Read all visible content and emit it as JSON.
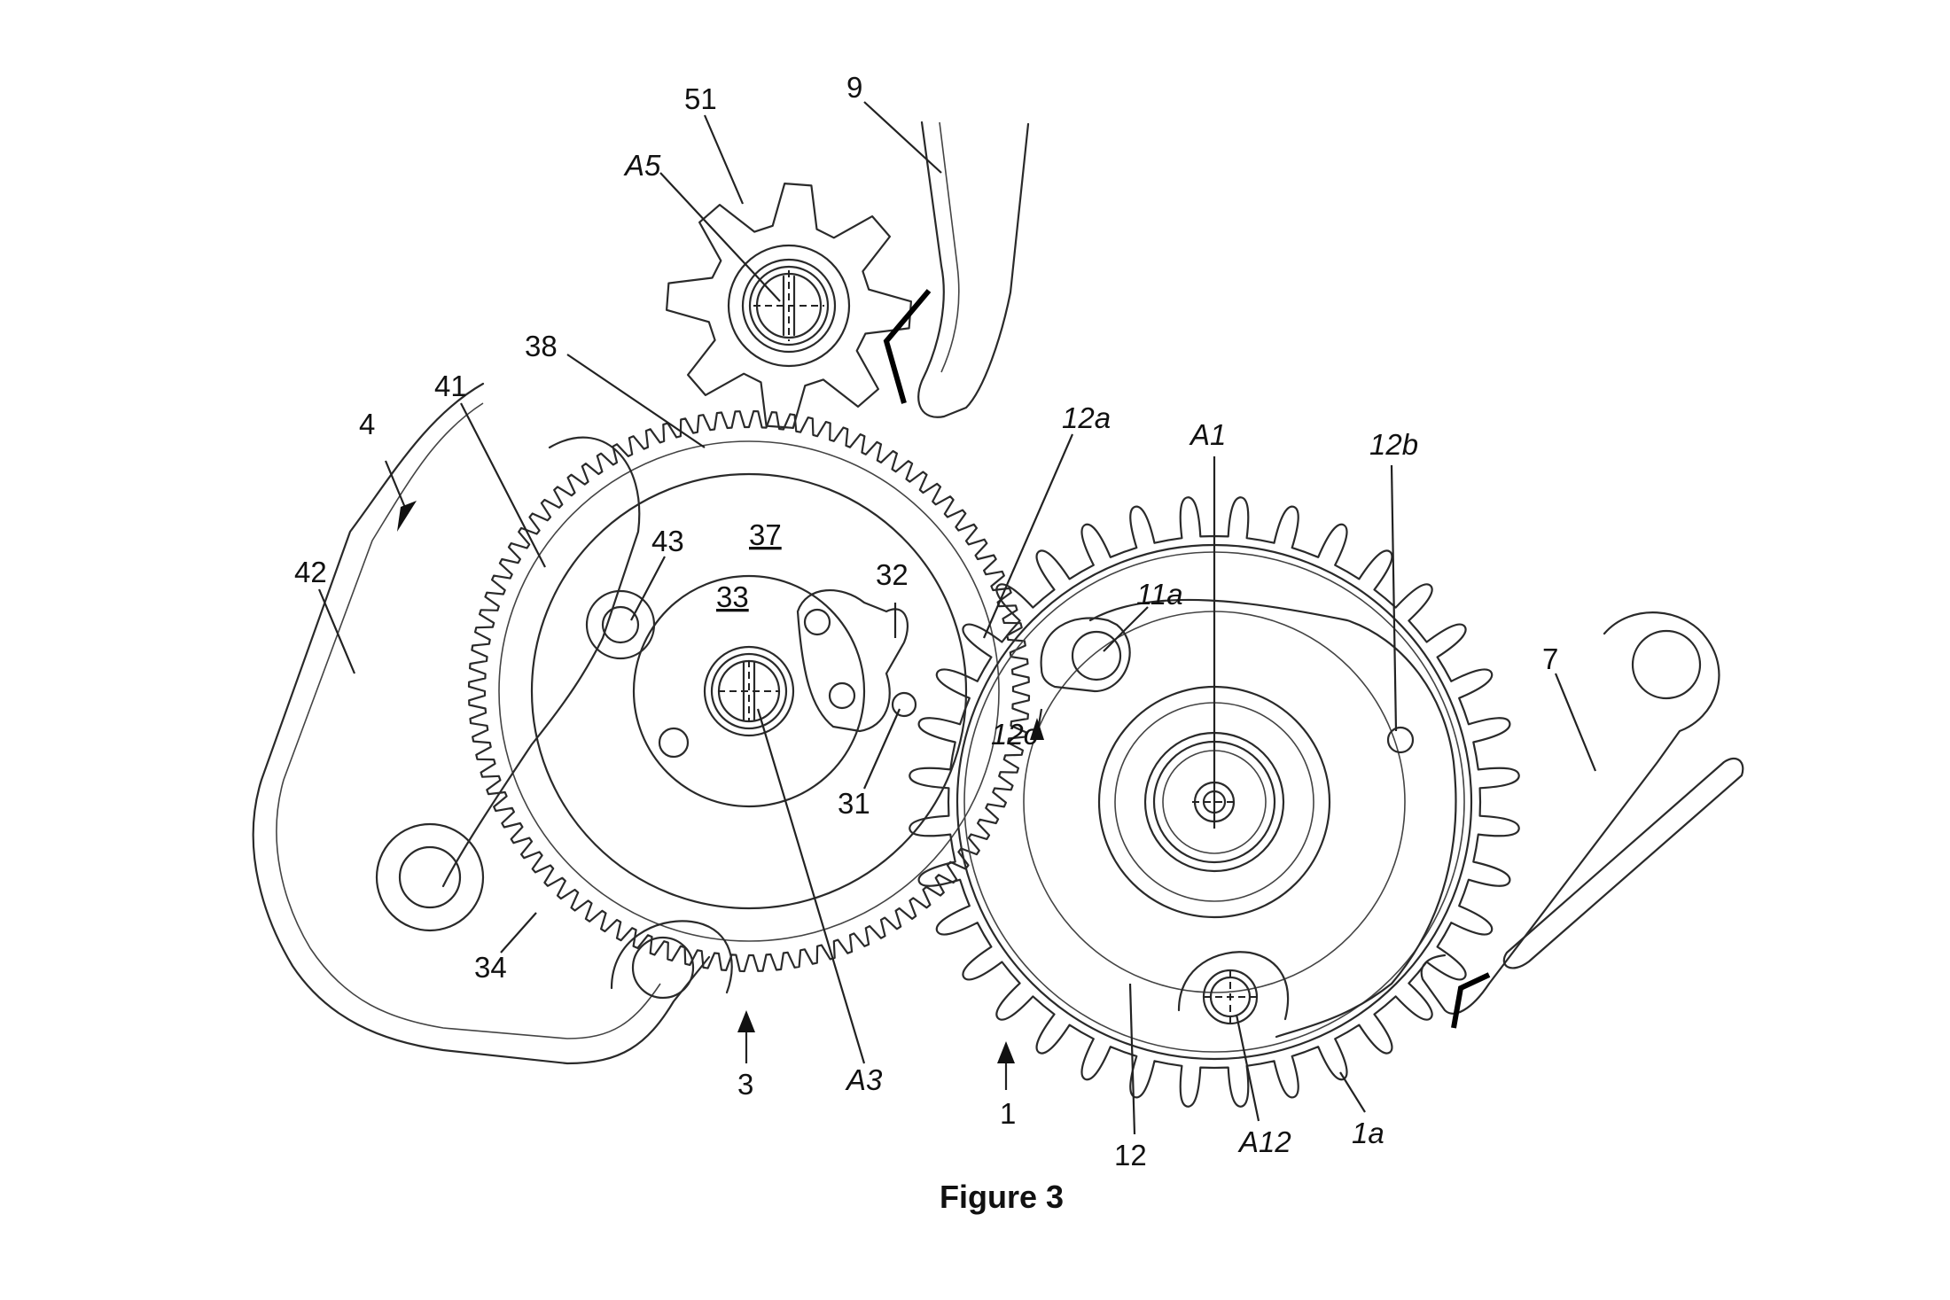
{
  "figure": {
    "caption": "Figure 3",
    "labels": {
      "l51": "51",
      "l9": "9",
      "lA5": "A5",
      "l38": "38",
      "l41": "41",
      "l4": "4",
      "l12a": "12a",
      "lA1": "A1",
      "l12b": "12b",
      "l43": "43",
      "l37": "37",
      "l42": "42",
      "l32": "32",
      "l33": "33",
      "l11a": "11a",
      "l7": "7",
      "l12c": "12c",
      "l31": "31",
      "l34": "34",
      "l3": "3",
      "lA3": "A3",
      "l1": "1",
      "l12": "12",
      "lA12": "A12",
      "l1a": "1a"
    }
  }
}
